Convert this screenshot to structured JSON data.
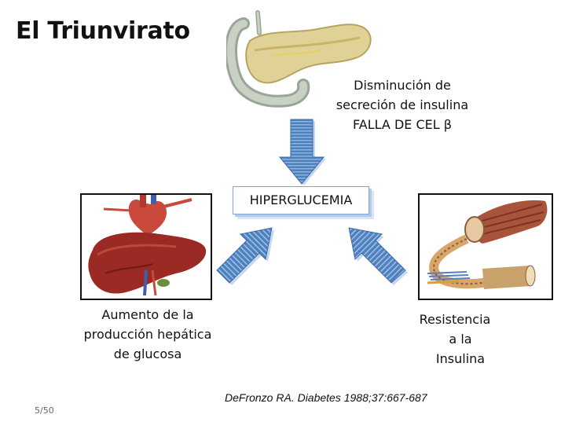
{
  "slide": {
    "title": "El Triunvirato",
    "center_box": "HIPERGLUCEMIA",
    "top_caption": [
      "Disminución de",
      "secreción de insulina",
      "FALLA DE CEL β"
    ],
    "left_caption": [
      "Aumento de la",
      "producción hepática",
      "de glucosa"
    ],
    "right_caption": [
      "Resistencia",
      "a la",
      "Insulina"
    ],
    "reference": "DeFronzo RA. Diabetes 1988;37:667-687",
    "page_number": "5/50"
  },
  "colors": {
    "arrow_blue": "#4f81bd",
    "arrow_light": "#9fc0e8",
    "liver": "#9b2a24",
    "pancreas": "#d6c98a"
  },
  "icons": [
    "pancreas-illustration",
    "liver-heart-illustration",
    "muscle-fiber-illustration"
  ]
}
